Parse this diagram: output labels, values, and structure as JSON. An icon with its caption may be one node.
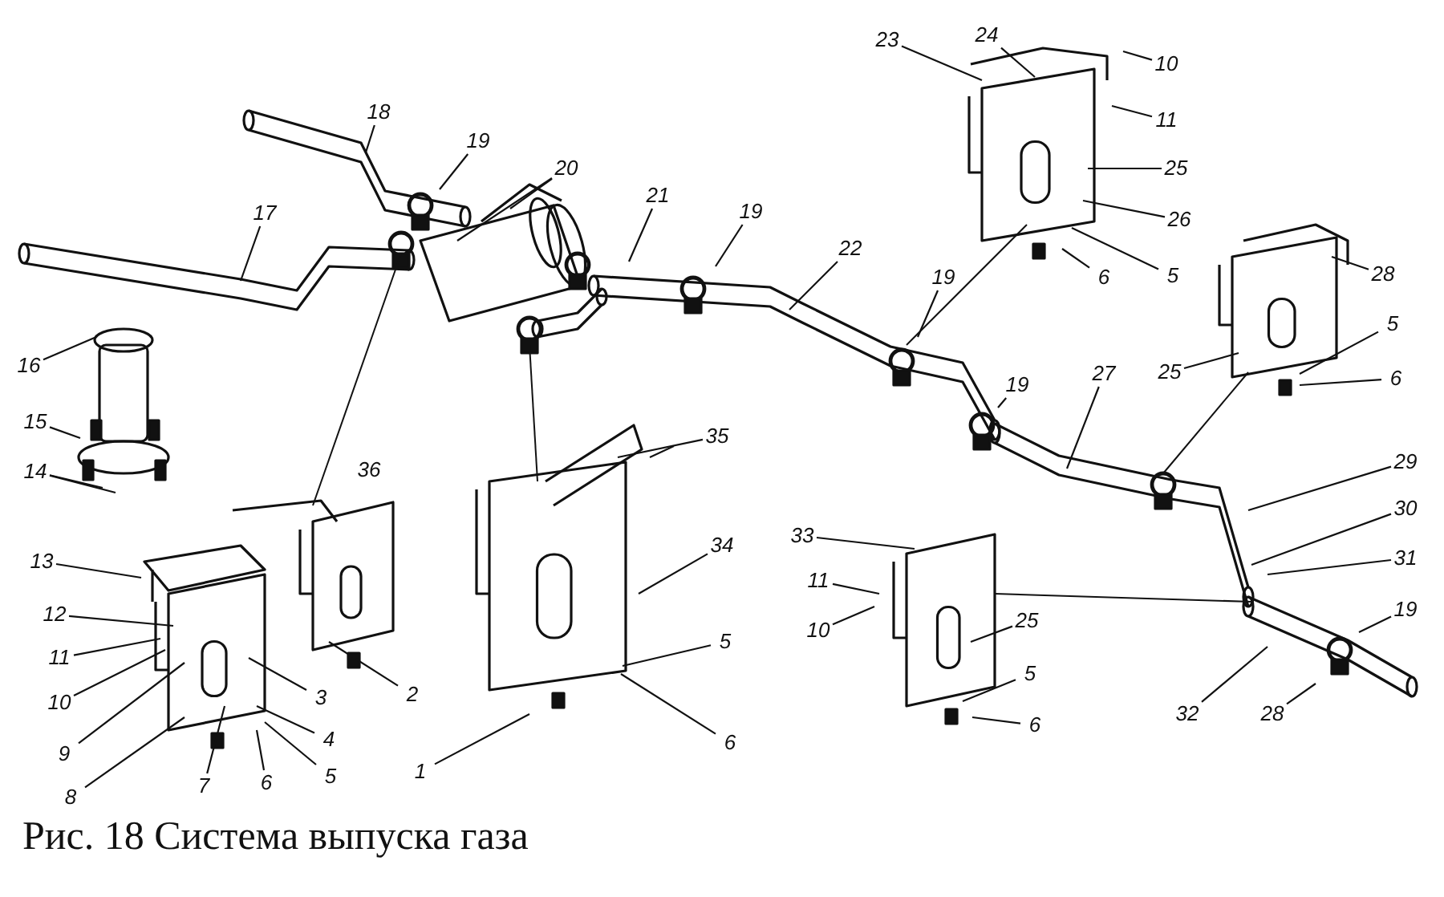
{
  "diagram": {
    "caption": "Рис. 18 Система выпуска газа",
    "nodes": [
      {
        "text": [
          "23"
        ]
      },
      {
        "text": [
          "24"
        ]
      },
      {
        "text": [
          "10"
        ]
      },
      {
        "text": [
          "18"
        ]
      },
      {
        "text": [
          "11"
        ]
      },
      {
        "text": [
          "19"
        ]
      },
      {
        "text": [
          "20"
        ]
      },
      {
        "text": [
          "25"
        ]
      },
      {
        "text": [
          "21"
        ]
      },
      {
        "text": [
          "19"
        ]
      },
      {
        "text": [
          "17"
        ]
      },
      {
        "text": [
          "26"
        ]
      },
      {
        "text": [
          "22"
        ]
      },
      {
        "text": [
          "5"
        ]
      },
      {
        "text": [
          "6"
        ]
      },
      {
        "text": [
          "19"
        ]
      },
      {
        "text": [
          "28"
        ]
      },
      {
        "text": [
          "5"
        ]
      },
      {
        "text": [
          "16"
        ]
      },
      {
        "text": [
          "25"
        ]
      },
      {
        "text": [
          "27"
        ]
      },
      {
        "text": [
          "6"
        ]
      },
      {
        "text": [
          "19"
        ]
      },
      {
        "text": [
          "15"
        ]
      },
      {
        "text": [
          "35"
        ]
      },
      {
        "text": [
          "29"
        ]
      },
      {
        "text": [
          "14"
        ]
      },
      {
        "text": [
          "36"
        ]
      },
      {
        "text": [
          "30"
        ]
      },
      {
        "text": [
          "33"
        ]
      },
      {
        "text": [
          "34"
        ]
      },
      {
        "text": [
          "31"
        ]
      },
      {
        "text": [
          "13"
        ]
      },
      {
        "text": [
          "11"
        ]
      },
      {
        "text": [
          "19"
        ]
      },
      {
        "text": [
          "12"
        ]
      },
      {
        "text": [
          "25"
        ]
      },
      {
        "text": [
          "10"
        ]
      },
      {
        "text": [
          "5"
        ]
      },
      {
        "text": [
          "11"
        ]
      },
      {
        "text": [
          "5"
        ]
      },
      {
        "text": [
          "2"
        ]
      },
      {
        "text": [
          "3"
        ]
      },
      {
        "text": [
          "10"
        ]
      },
      {
        "text": [
          "32"
        ]
      },
      {
        "text": [
          "28"
        ]
      },
      {
        "text": [
          "6"
        ]
      },
      {
        "text": [
          "4"
        ]
      },
      {
        "text": [
          "6"
        ]
      },
      {
        "text": [
          "9"
        ]
      },
      {
        "text": [
          "7"
        ]
      },
      {
        "text": [
          "6"
        ]
      },
      {
        "text": [
          "1"
        ]
      },
      {
        "text": [
          "5"
        ]
      },
      {
        "text": [
          "8"
        ]
      }
    ],
    "edges": [
      {
        "from": 0,
        "to": null,
        "arrow": "none"
      },
      {
        "from": 1,
        "to": null,
        "arrow": "none"
      },
      {
        "from": 2,
        "to": null,
        "arrow": "none"
      },
      {
        "from": 3,
        "to": null,
        "arrow": "none"
      },
      {
        "from": 4,
        "to": null,
        "arrow": "none"
      },
      {
        "from": 5,
        "to": null,
        "arrow": "none"
      },
      {
        "from": 6,
        "to": null,
        "arrow": "none"
      },
      {
        "from": 6,
        "to": null,
        "arrow": "none"
      },
      {
        "from": 7,
        "to": null,
        "arrow": "none"
      },
      {
        "from": 8,
        "to": null,
        "arrow": "none"
      },
      {
        "from": 9,
        "to": null,
        "arrow": "none"
      },
      {
        "from": 10,
        "to": null,
        "arrow": "none"
      },
      {
        "from": 11,
        "to": null,
        "arrow": "none"
      },
      {
        "from": 12,
        "to": null,
        "arrow": "none"
      },
      {
        "from": 13,
        "to": null,
        "arrow": "none"
      },
      {
        "from": 14,
        "to": null,
        "arrow": "none"
      },
      {
        "from": 15,
        "to": null,
        "arrow": "none"
      },
      {
        "from": 16,
        "to": null,
        "arrow": "none"
      },
      {
        "from": 17,
        "to": null,
        "arrow": "none"
      },
      {
        "from": 18,
        "to": null,
        "arrow": "none"
      },
      {
        "from": 19,
        "to": null,
        "arrow": "none"
      },
      {
        "from": 20,
        "to": null,
        "arrow": "none"
      },
      {
        "from": 21,
        "to": null,
        "arrow": "none"
      },
      {
        "from": 22,
        "to": null,
        "arrow": "none"
      },
      {
        "from": 23,
        "to": null,
        "arrow": "none"
      },
      {
        "from": 24,
        "to": null,
        "arrow": "none"
      },
      {
        "from": 25,
        "to": null,
        "arrow": "none"
      },
      {
        "from": 26,
        "to": null,
        "arrow": "none"
      },
      {
        "from": 26,
        "to": null,
        "arrow": "none"
      },
      {
        "from": 28,
        "to": null,
        "arrow": "none"
      },
      {
        "from": 29,
        "to": null,
        "arrow": "none"
      },
      {
        "from": 30,
        "to": null,
        "arrow": "none"
      },
      {
        "from": 31,
        "to": null,
        "arrow": "none"
      },
      {
        "from": 32,
        "to": null,
        "arrow": "none"
      },
      {
        "from": 33,
        "to": null,
        "arrow": "none"
      },
      {
        "from": 34,
        "to": null,
        "arrow": "none"
      },
      {
        "from": 35,
        "to": null,
        "arrow": "none"
      },
      {
        "from": 36,
        "to": null,
        "arrow": "none"
      },
      {
        "from": 37,
        "to": null,
        "arrow": "none"
      },
      {
        "from": 38,
        "to": null,
        "arrow": "none"
      },
      {
        "from": 39,
        "to": null,
        "arrow": "none"
      },
      {
        "from": 40,
        "to": null,
        "arrow": "none"
      },
      {
        "from": 41,
        "to": null,
        "arrow": "none"
      },
      {
        "from": 42,
        "to": null,
        "arrow": "none"
      },
      {
        "from": 43,
        "to": null,
        "arrow": "none"
      },
      {
        "from": 44,
        "to": null,
        "arrow": "none"
      },
      {
        "from": 45,
        "to": null,
        "arrow": "none"
      },
      {
        "from": 46,
        "to": null,
        "arrow": "none"
      },
      {
        "from": 47,
        "to": null,
        "arrow": "none"
      },
      {
        "from": 48,
        "to": null,
        "arrow": "none"
      },
      {
        "from": 49,
        "to": null,
        "arrow": "none"
      },
      {
        "from": 50,
        "to": null,
        "arrow": "none"
      },
      {
        "from": 51,
        "to": null,
        "arrow": "none"
      },
      {
        "from": 52,
        "to": null,
        "arrow": "none"
      },
      {
        "from": 53,
        "to": null,
        "arrow": "none"
      },
      {
        "from": 54,
        "to": null,
        "arrow": "none"
      }
    ]
  }
}
